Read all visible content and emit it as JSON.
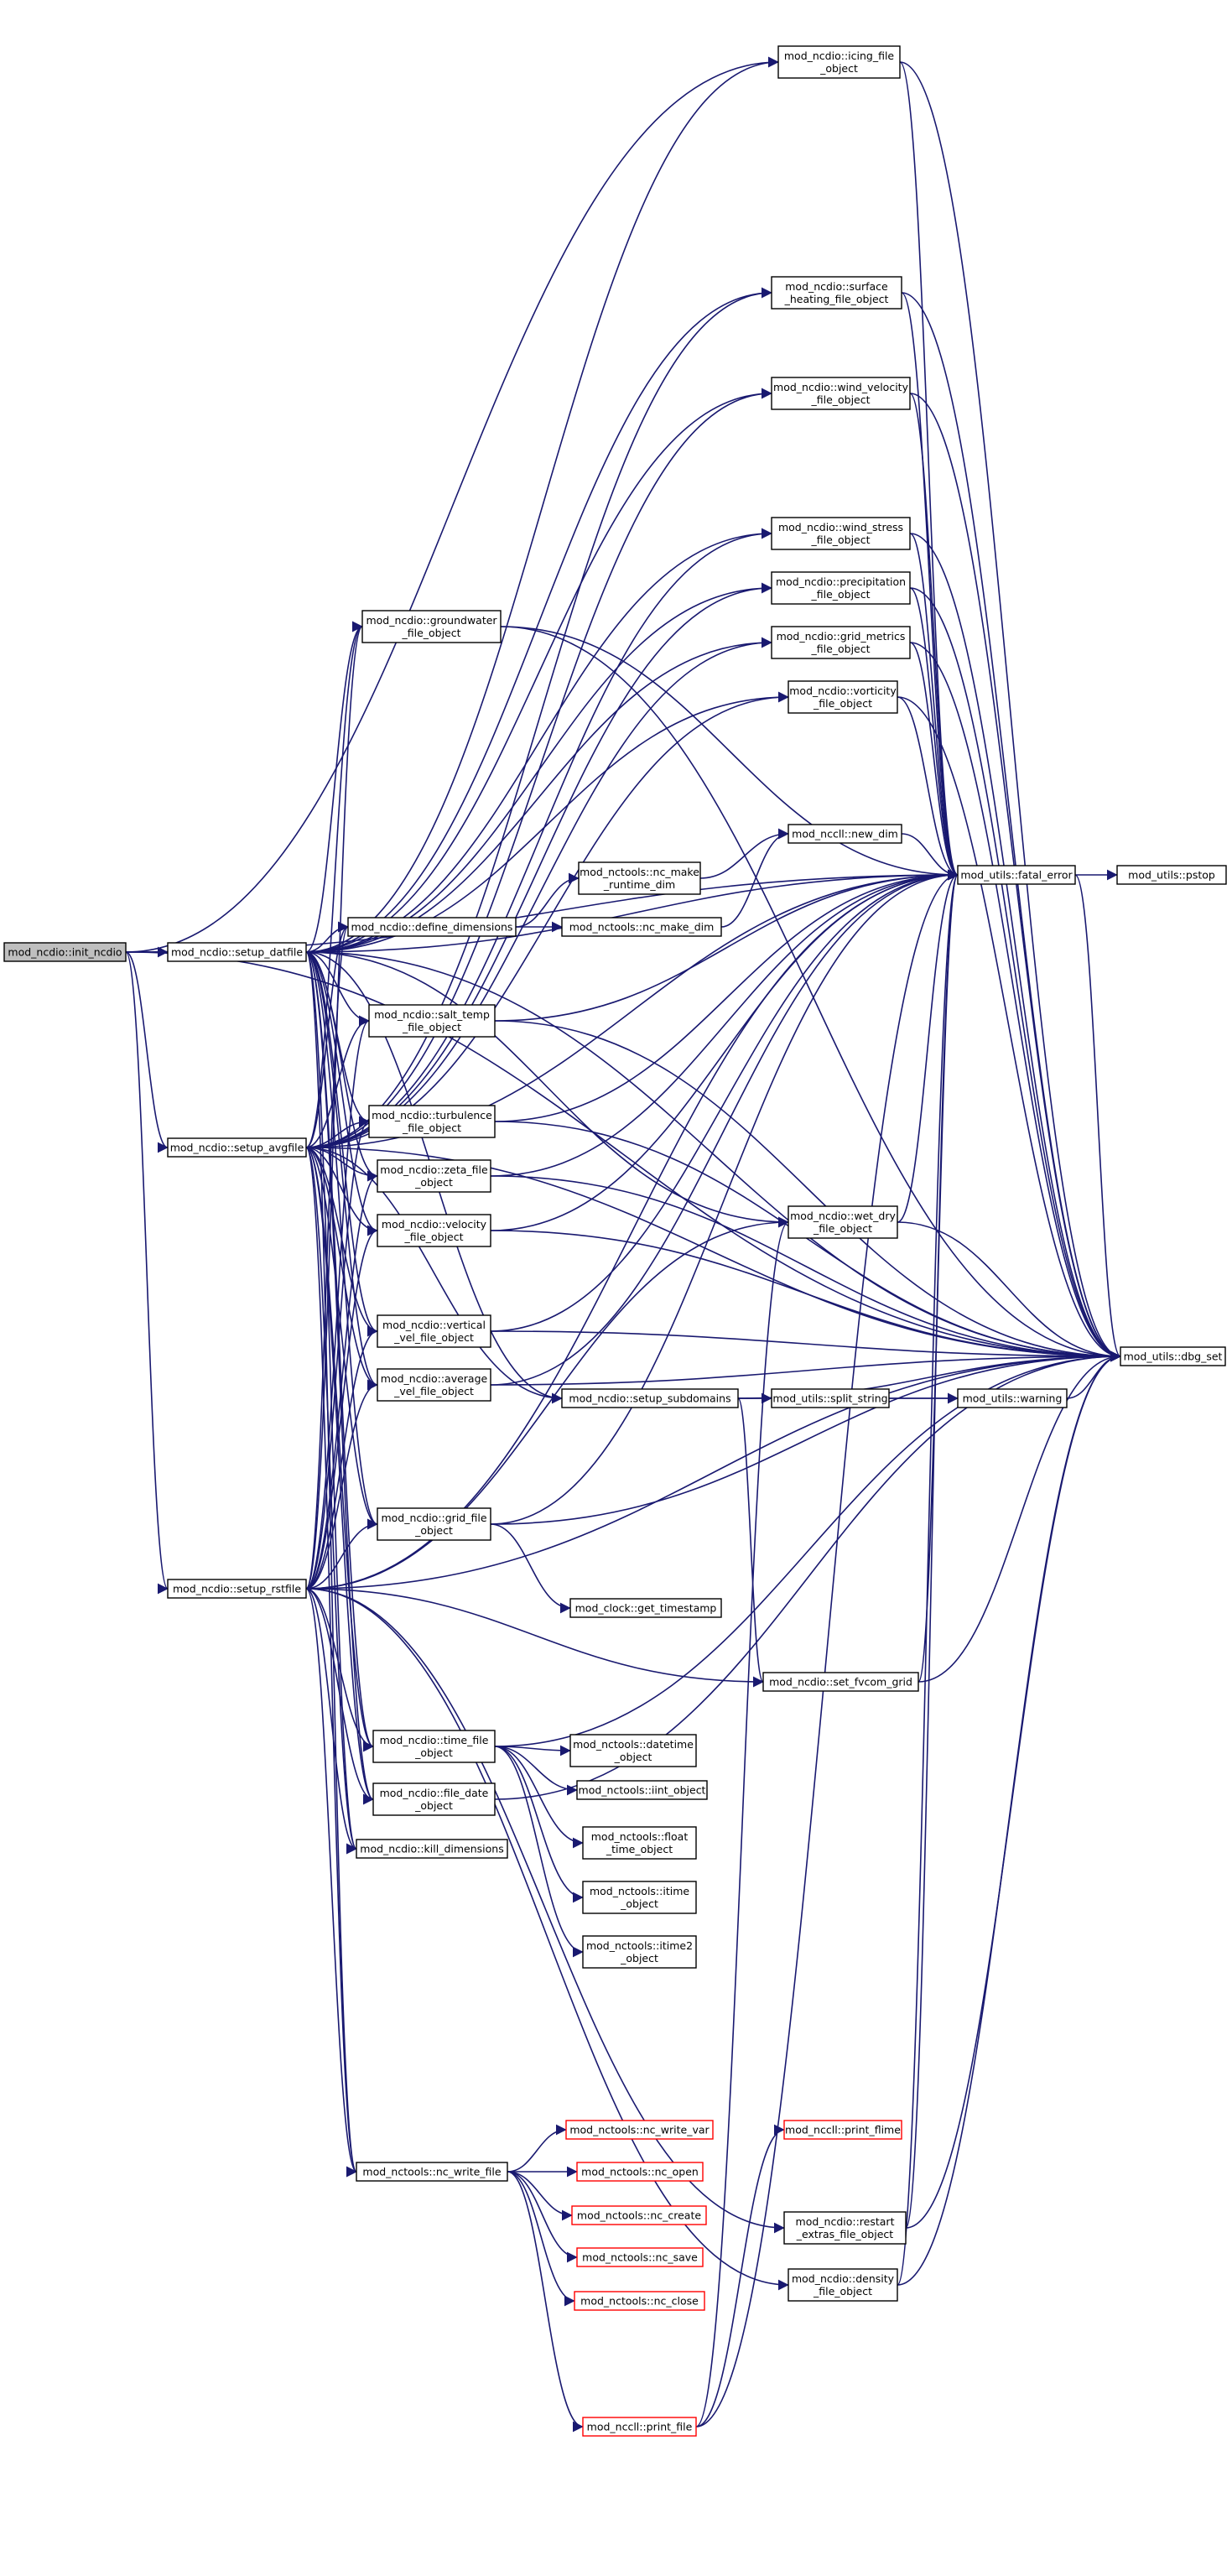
{
  "diagram": {
    "type": "call-graph",
    "colors": {
      "edge": "#191970",
      "node_border": "#000000",
      "truncated_border": "#ff0000",
      "root_fill": "#bfbfbf",
      "background": "#ffffff"
    },
    "nodes": [
      {
        "id": "init_ncdio",
        "lines": [
          "mod_ncdio::init_ncdio"
        ],
        "style": "root"
      },
      {
        "id": "setup_datfile",
        "lines": [
          "mod_ncdio::setup_datfile"
        ]
      },
      {
        "id": "setup_avgfile",
        "lines": [
          "mod_ncdio::setup_avgfile"
        ]
      },
      {
        "id": "setup_rstfile",
        "lines": [
          "mod_ncdio::setup_rstfile"
        ]
      },
      {
        "id": "icing",
        "lines": [
          "mod_ncdio::icing_file",
          "_object"
        ]
      },
      {
        "id": "surface_heating",
        "lines": [
          "mod_ncdio::surface",
          "_heating_file_object"
        ]
      },
      {
        "id": "wind_velocity",
        "lines": [
          "mod_ncdio::wind_velocity",
          "_file_object"
        ]
      },
      {
        "id": "wind_stress",
        "lines": [
          "mod_ncdio::wind_stress",
          "_file_object"
        ]
      },
      {
        "id": "precipitation",
        "lines": [
          "mod_ncdio::precipitation",
          "_file_object"
        ]
      },
      {
        "id": "grid_metrics",
        "lines": [
          "mod_ncdio::grid_metrics",
          "_file_object"
        ]
      },
      {
        "id": "vorticity",
        "lines": [
          "mod_ncdio::vorticity",
          "_file_object"
        ]
      },
      {
        "id": "groundwater",
        "lines": [
          "mod_ncdio::groundwater",
          "_file_object"
        ]
      },
      {
        "id": "new_dim",
        "lines": [
          "mod_nccll::new_dim"
        ]
      },
      {
        "id": "nc_make_runtime_dim",
        "lines": [
          "mod_nctools::nc_make",
          "_runtime_dim"
        ]
      },
      {
        "id": "fatal_error",
        "lines": [
          "mod_utils::fatal_error"
        ]
      },
      {
        "id": "pstop",
        "lines": [
          "mod_utils::pstop"
        ]
      },
      {
        "id": "define_dimensions",
        "lines": [
          "mod_ncdio::define_dimensions"
        ]
      },
      {
        "id": "nc_make_dim",
        "lines": [
          "mod_nctools::nc_make_dim"
        ]
      },
      {
        "id": "salt_temp",
        "lines": [
          "mod_ncdio::salt_temp",
          "_file_object"
        ]
      },
      {
        "id": "turbulence",
        "lines": [
          "mod_ncdio::turbulence",
          "_file_object"
        ]
      },
      {
        "id": "zeta",
        "lines": [
          "mod_ncdio::zeta_file",
          "_object"
        ]
      },
      {
        "id": "velocity",
        "lines": [
          "mod_ncdio::velocity",
          "_file_object"
        ]
      },
      {
        "id": "wet_dry",
        "lines": [
          "mod_ncdio::wet_dry",
          "_file_object"
        ]
      },
      {
        "id": "vertical_vel",
        "lines": [
          "mod_ncdio::vertical",
          "_vel_file_object"
        ]
      },
      {
        "id": "average_vel",
        "lines": [
          "mod_ncdio::average",
          "_vel_file_object"
        ]
      },
      {
        "id": "setup_subdomains",
        "lines": [
          "mod_ncdio::setup_subdomains"
        ]
      },
      {
        "id": "split_string",
        "lines": [
          "mod_utils::split_string"
        ]
      },
      {
        "id": "warning",
        "lines": [
          "mod_utils::warning"
        ]
      },
      {
        "id": "dbg_set",
        "lines": [
          "mod_utils::dbg_set"
        ]
      },
      {
        "id": "grid_file",
        "lines": [
          "mod_ncdio::grid_file",
          "_object"
        ]
      },
      {
        "id": "get_timestamp",
        "lines": [
          "mod_clock::get_timestamp"
        ]
      },
      {
        "id": "set_fvcom_grid",
        "lines": [
          "mod_ncdio::set_fvcom_grid"
        ]
      },
      {
        "id": "time_file",
        "lines": [
          "mod_ncdio::time_file",
          "_object"
        ]
      },
      {
        "id": "datetime",
        "lines": [
          "mod_nctools::datetime",
          "_object"
        ]
      },
      {
        "id": "iint",
        "lines": [
          "mod_nctools::iint_object"
        ]
      },
      {
        "id": "float_time",
        "lines": [
          "mod_nctools::float",
          "_time_object"
        ]
      },
      {
        "id": "file_date",
        "lines": [
          "mod_ncdio::file_date",
          "_object"
        ]
      },
      {
        "id": "itime",
        "lines": [
          "mod_nctools::itime",
          "_object"
        ]
      },
      {
        "id": "kill_dimensions",
        "lines": [
          "mod_ncdio::kill_dimensions"
        ]
      },
      {
        "id": "itime2",
        "lines": [
          "mod_nctools::itime2",
          "_object"
        ]
      },
      {
        "id": "nc_write_var",
        "lines": [
          "mod_nctools::nc_write_var"
        ],
        "style": "truncated"
      },
      {
        "id": "print_flime",
        "lines": [
          "mod_nccll::print_flime"
        ],
        "style": "truncated"
      },
      {
        "id": "nc_write_file",
        "lines": [
          "mod_nctools::nc_write_file"
        ]
      },
      {
        "id": "nc_open",
        "lines": [
          "mod_nctools::nc_open"
        ],
        "style": "truncated"
      },
      {
        "id": "nc_create",
        "lines": [
          "mod_nctools::nc_create"
        ],
        "style": "truncated"
      },
      {
        "id": "restart_extras",
        "lines": [
          "mod_ncdio::restart",
          "_extras_file_object"
        ]
      },
      {
        "id": "density",
        "lines": [
          "mod_ncdio::density",
          "_file_object"
        ]
      },
      {
        "id": "nc_save",
        "lines": [
          "mod_nctools::nc_save"
        ],
        "style": "truncated"
      },
      {
        "id": "nc_close",
        "lines": [
          "mod_nctools::nc_close"
        ],
        "style": "truncated"
      },
      {
        "id": "print_file",
        "lines": [
          "mod_nccll::print_file"
        ],
        "style": "truncated"
      }
    ],
    "edges": [
      [
        "init_ncdio",
        "setup_datfile"
      ],
      [
        "init_ncdio",
        "setup_avgfile"
      ],
      [
        "init_ncdio",
        "setup_rstfile"
      ],
      [
        "init_ncdio",
        "icing"
      ],
      [
        "init_ncdio",
        "dbg_set"
      ],
      [
        "init_ncdio",
        "fatal_error"
      ],
      [
        "setup_datfile",
        "icing"
      ],
      [
        "setup_datfile",
        "surface_heating"
      ],
      [
        "setup_datfile",
        "wind_velocity"
      ],
      [
        "setup_datfile",
        "wind_stress"
      ],
      [
        "setup_datfile",
        "precipitation"
      ],
      [
        "setup_datfile",
        "grid_metrics"
      ],
      [
        "setup_datfile",
        "vorticity"
      ],
      [
        "setup_datfile",
        "groundwater"
      ],
      [
        "setup_datfile",
        "define_dimensions"
      ],
      [
        "setup_datfile",
        "salt_temp"
      ],
      [
        "setup_datfile",
        "turbulence"
      ],
      [
        "setup_datfile",
        "zeta"
      ],
      [
        "setup_datfile",
        "velocity"
      ],
      [
        "setup_datfile",
        "vertical_vel"
      ],
      [
        "setup_datfile",
        "average_vel"
      ],
      [
        "setup_datfile",
        "setup_subdomains"
      ],
      [
        "setup_datfile",
        "grid_file"
      ],
      [
        "setup_datfile",
        "time_file"
      ],
      [
        "setup_datfile",
        "file_date"
      ],
      [
        "setup_datfile",
        "kill_dimensions"
      ],
      [
        "setup_datfile",
        "wet_dry"
      ],
      [
        "setup_datfile",
        "nc_write_file"
      ],
      [
        "setup_datfile",
        "dbg_set"
      ],
      [
        "setup_datfile",
        "fatal_error"
      ],
      [
        "setup_avgfile",
        "surface_heating"
      ],
      [
        "setup_avgfile",
        "wind_velocity"
      ],
      [
        "setup_avgfile",
        "wind_stress"
      ],
      [
        "setup_avgfile",
        "precipitation"
      ],
      [
        "setup_avgfile",
        "grid_metrics"
      ],
      [
        "setup_avgfile",
        "vorticity"
      ],
      [
        "setup_avgfile",
        "groundwater"
      ],
      [
        "setup_avgfile",
        "define_dimensions"
      ],
      [
        "setup_avgfile",
        "salt_temp"
      ],
      [
        "setup_avgfile",
        "turbulence"
      ],
      [
        "setup_avgfile",
        "zeta"
      ],
      [
        "setup_avgfile",
        "velocity"
      ],
      [
        "setup_avgfile",
        "vertical_vel"
      ],
      [
        "setup_avgfile",
        "average_vel"
      ],
      [
        "setup_avgfile",
        "setup_subdomains"
      ],
      [
        "setup_avgfile",
        "grid_file"
      ],
      [
        "setup_avgfile",
        "time_file"
      ],
      [
        "setup_avgfile",
        "file_date"
      ],
      [
        "setup_avgfile",
        "kill_dimensions"
      ],
      [
        "setup_avgfile",
        "nc_write_file"
      ],
      [
        "setup_avgfile",
        "dbg_set"
      ],
      [
        "setup_avgfile",
        "fatal_error"
      ],
      [
        "setup_rstfile",
        "define_dimensions"
      ],
      [
        "setup_rstfile",
        "salt_temp"
      ],
      [
        "setup_rstfile",
        "turbulence"
      ],
      [
        "setup_rstfile",
        "zeta"
      ],
      [
        "setup_rstfile",
        "velocity"
      ],
      [
        "setup_rstfile",
        "vertical_vel"
      ],
      [
        "setup_rstfile",
        "average_vel"
      ],
      [
        "setup_rstfile",
        "grid_file"
      ],
      [
        "setup_rstfile",
        "time_file"
      ],
      [
        "setup_rstfile",
        "file_date"
      ],
      [
        "setup_rstfile",
        "kill_dimensions"
      ],
      [
        "setup_rstfile",
        "wet_dry"
      ],
      [
        "setup_rstfile",
        "set_fvcom_grid"
      ],
      [
        "setup_rstfile",
        "restart_extras"
      ],
      [
        "setup_rstfile",
        "density"
      ],
      [
        "setup_rstfile",
        "nc_write_file"
      ],
      [
        "setup_rstfile",
        "dbg_set"
      ],
      [
        "setup_rstfile",
        "fatal_error"
      ],
      [
        "setup_rstfile",
        "groundwater"
      ],
      [
        "icing",
        "fatal_error"
      ],
      [
        "icing",
        "dbg_set"
      ],
      [
        "surface_heating",
        "fatal_error"
      ],
      [
        "surface_heating",
        "dbg_set"
      ],
      [
        "wind_velocity",
        "fatal_error"
      ],
      [
        "wind_velocity",
        "dbg_set"
      ],
      [
        "wind_stress",
        "fatal_error"
      ],
      [
        "wind_stress",
        "dbg_set"
      ],
      [
        "precipitation",
        "fatal_error"
      ],
      [
        "precipitation",
        "dbg_set"
      ],
      [
        "grid_metrics",
        "fatal_error"
      ],
      [
        "grid_metrics",
        "dbg_set"
      ],
      [
        "vorticity",
        "fatal_error"
      ],
      [
        "vorticity",
        "dbg_set"
      ],
      [
        "groundwater",
        "fatal_error"
      ],
      [
        "groundwater",
        "dbg_set"
      ],
      [
        "define_dimensions",
        "nc_make_runtime_dim"
      ],
      [
        "define_dimensions",
        "nc_make_dim"
      ],
      [
        "nc_make_runtime_dim",
        "new_dim"
      ],
      [
        "nc_make_dim",
        "new_dim"
      ],
      [
        "new_dim",
        "fatal_error"
      ],
      [
        "fatal_error",
        "pstop"
      ],
      [
        "fatal_error",
        "dbg_set"
      ],
      [
        "salt_temp",
        "fatal_error"
      ],
      [
        "salt_temp",
        "dbg_set"
      ],
      [
        "turbulence",
        "fatal_error"
      ],
      [
        "turbulence",
        "dbg_set"
      ],
      [
        "zeta",
        "fatal_error"
      ],
      [
        "zeta",
        "dbg_set"
      ],
      [
        "velocity",
        "fatal_error"
      ],
      [
        "velocity",
        "dbg_set"
      ],
      [
        "wet_dry",
        "fatal_error"
      ],
      [
        "wet_dry",
        "dbg_set"
      ],
      [
        "vertical_vel",
        "fatal_error"
      ],
      [
        "vertical_vel",
        "dbg_set"
      ],
      [
        "average_vel",
        "fatal_error"
      ],
      [
        "average_vel",
        "dbg_set"
      ],
      [
        "setup_subdomains",
        "split_string"
      ],
      [
        "setup_subdomains",
        "warning"
      ],
      [
        "setup_subdomains",
        "dbg_set"
      ],
      [
        "setup_subdomains",
        "set_fvcom_grid"
      ],
      [
        "split_string",
        "warning"
      ],
      [
        "warning",
        "dbg_set"
      ],
      [
        "grid_file",
        "get_timestamp"
      ],
      [
        "grid_file",
        "fatal_error"
      ],
      [
        "grid_file",
        "dbg_set"
      ],
      [
        "set_fvcom_grid",
        "fatal_error"
      ],
      [
        "set_fvcom_grid",
        "dbg_set"
      ],
      [
        "time_file",
        "datetime"
      ],
      [
        "time_file",
        "iint"
      ],
      [
        "time_file",
        "float_time"
      ],
      [
        "time_file",
        "itime"
      ],
      [
        "time_file",
        "itime2"
      ],
      [
        "time_file",
        "dbg_set"
      ],
      [
        "file_date",
        "dbg_set"
      ],
      [
        "nc_write_file",
        "nc_write_var"
      ],
      [
        "nc_write_file",
        "nc_open"
      ],
      [
        "nc_write_file",
        "nc_create"
      ],
      [
        "nc_write_file",
        "nc_save"
      ],
      [
        "nc_write_file",
        "nc_close"
      ],
      [
        "nc_write_file",
        "print_file"
      ],
      [
        "print_file",
        "print_flime"
      ],
      [
        "print_file",
        "wet_dry"
      ],
      [
        "print_file",
        "fatal_error"
      ],
      [
        "restart_extras",
        "fatal_error"
      ],
      [
        "restart_extras",
        "dbg_set"
      ],
      [
        "density",
        "fatal_error"
      ],
      [
        "density",
        "dbg_set"
      ]
    ]
  }
}
